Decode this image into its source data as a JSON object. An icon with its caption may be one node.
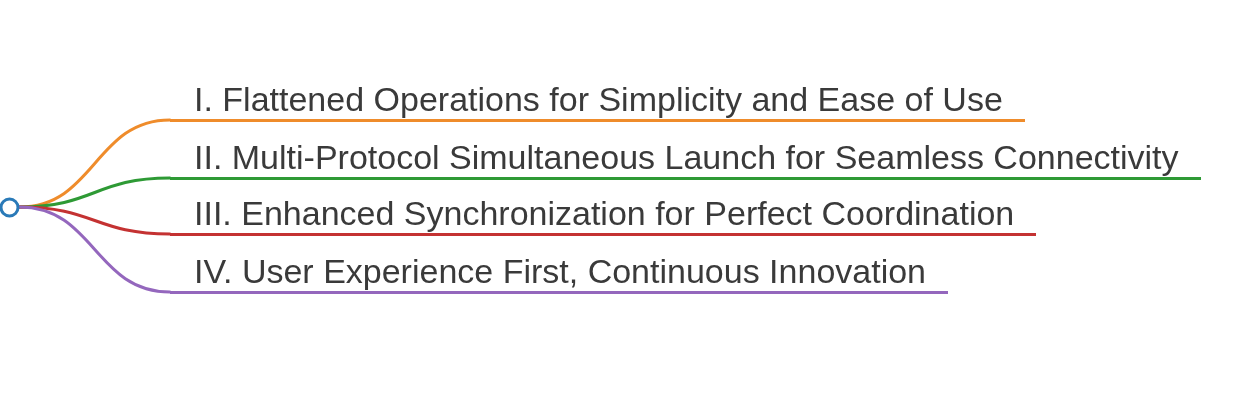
{
  "diagram": {
    "nodes": [
      {
        "text": [],
        "shape": "circle"
      },
      {
        "text": [
          "I. Flattened Operations for Simplicity and Ease of Use"
        ]
      },
      {
        "text": [
          "II. Multi-Protocol Simultaneous Launch for Seamless Connectivity"
        ]
      },
      {
        "text": [
          "III. Enhanced Synchronization for Perfect Coordination"
        ]
      },
      {
        "text": [
          "IV. User Experience First, Continuous Innovation"
        ]
      }
    ],
    "edges": [
      {
        "from": 0,
        "to": 1,
        "arrow": "none",
        "color": "#ef8c2b"
      },
      {
        "from": 0,
        "to": 2,
        "arrow": "none",
        "color": "#2e9a35"
      },
      {
        "from": 0,
        "to": 3,
        "arrow": "none",
        "color": "#c43232"
      },
      {
        "from": 0,
        "to": 4,
        "arrow": "none",
        "color": "#9467bd"
      }
    ]
  }
}
